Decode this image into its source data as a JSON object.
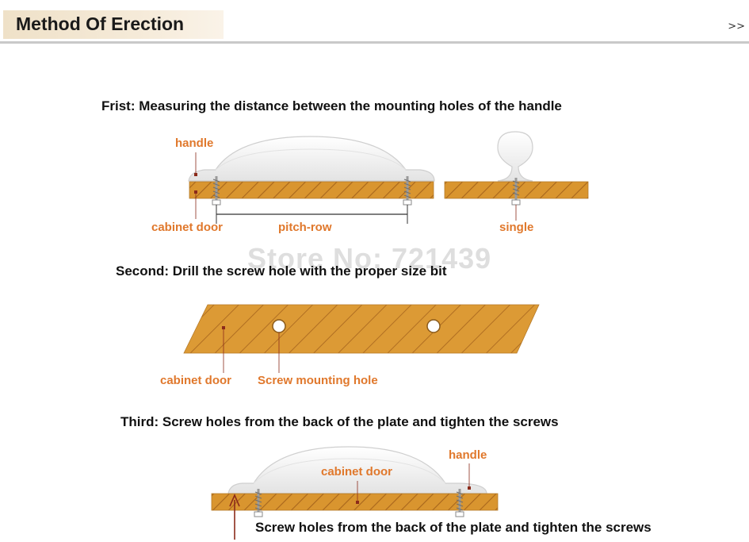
{
  "header": {
    "title": "Method Of Erection",
    "more_link": ">>"
  },
  "step1": {
    "title": "Frist: Measuring the distance between the mounting holes of the handle",
    "labels": {
      "handle": "handle",
      "cabinet_door": "cabinet door",
      "pitch_row": "pitch-row",
      "single": "single"
    }
  },
  "watermark": "Store No: 721439",
  "step2": {
    "title": "Second: Drill the screw hole with the proper size bit",
    "labels": {
      "cabinet_door": "cabinet door",
      "screw_hole": "Screw mounting hole"
    }
  },
  "step3": {
    "title": "Third: Screw holes from the back of the plate and tighten the screws",
    "labels": {
      "handle": "handle",
      "cabinet_door": "cabinet door",
      "caption": "Screw holes from the back of the plate and tighten the screws"
    }
  },
  "colors": {
    "wood": "#d9952f",
    "wood_stripe": "#a8661c",
    "label_orange": "#e0782c",
    "handle_fill": "#f2f2f2",
    "handle_stroke": "#c8c8c8",
    "marker": "#8b2a1a"
  }
}
